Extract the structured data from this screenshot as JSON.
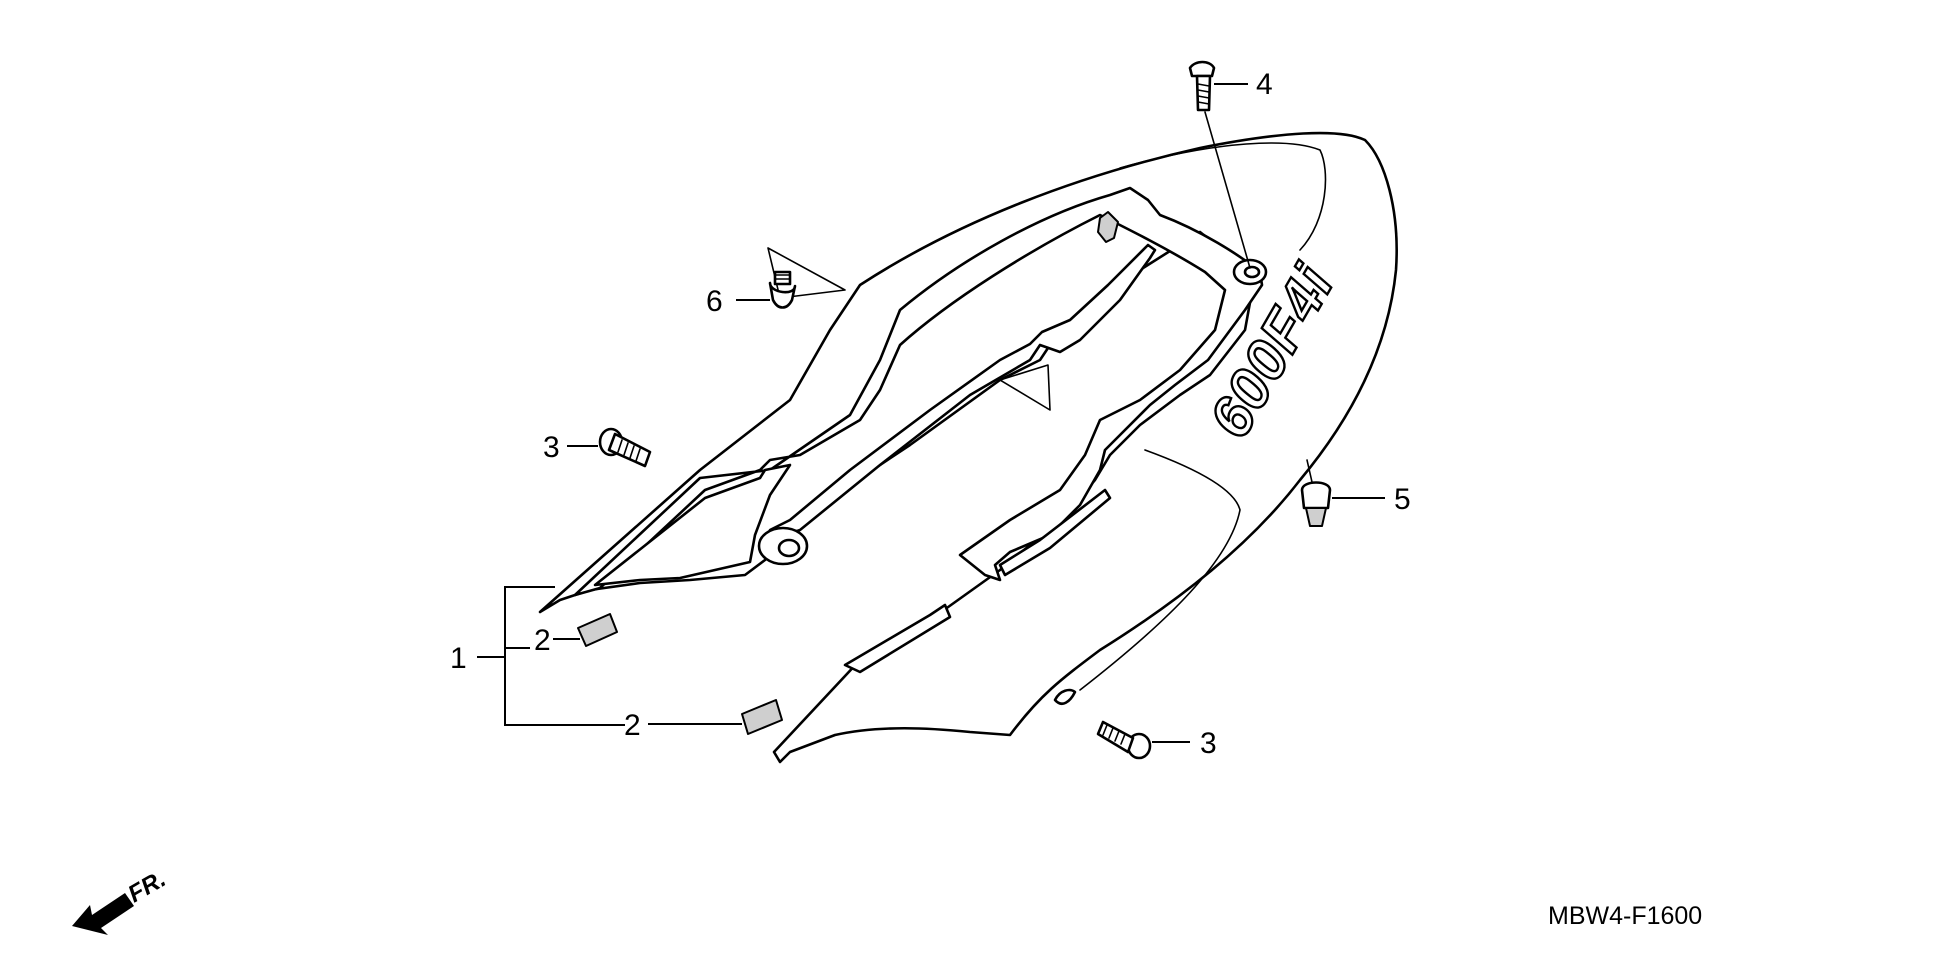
{
  "diagram": {
    "logo_text": "600F4i",
    "part_code": "MBW4-F1600",
    "front_label": "FR.",
    "callouts": {
      "part1": "1",
      "part2_upper": "2",
      "part2_lower": "2",
      "part3_left": "3",
      "part3_right": "3",
      "part4": "4",
      "part5": "5",
      "part6": "6"
    }
  }
}
